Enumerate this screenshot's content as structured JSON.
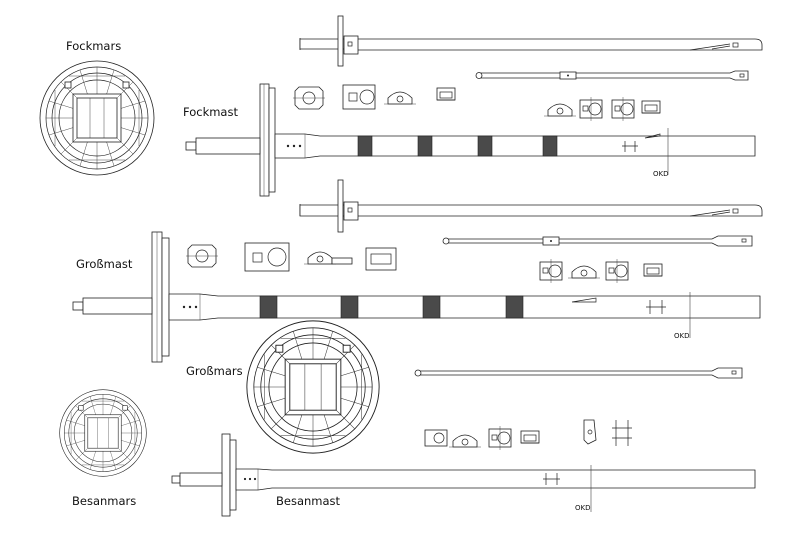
{
  "labels": {
    "fockmars": "Fockmars",
    "fockmast": "Fockmast",
    "grossmast": "Großmast",
    "grossmars": "Großmars",
    "besanmars": "Besanmars",
    "besanmast": "Besanmast",
    "okd_fock": "OKD",
    "okd_gross": "OKD",
    "okd_besan": "OKD"
  },
  "colors": {
    "line": "#222222",
    "band": "#4a4a4a",
    "background": "#ffffff"
  }
}
